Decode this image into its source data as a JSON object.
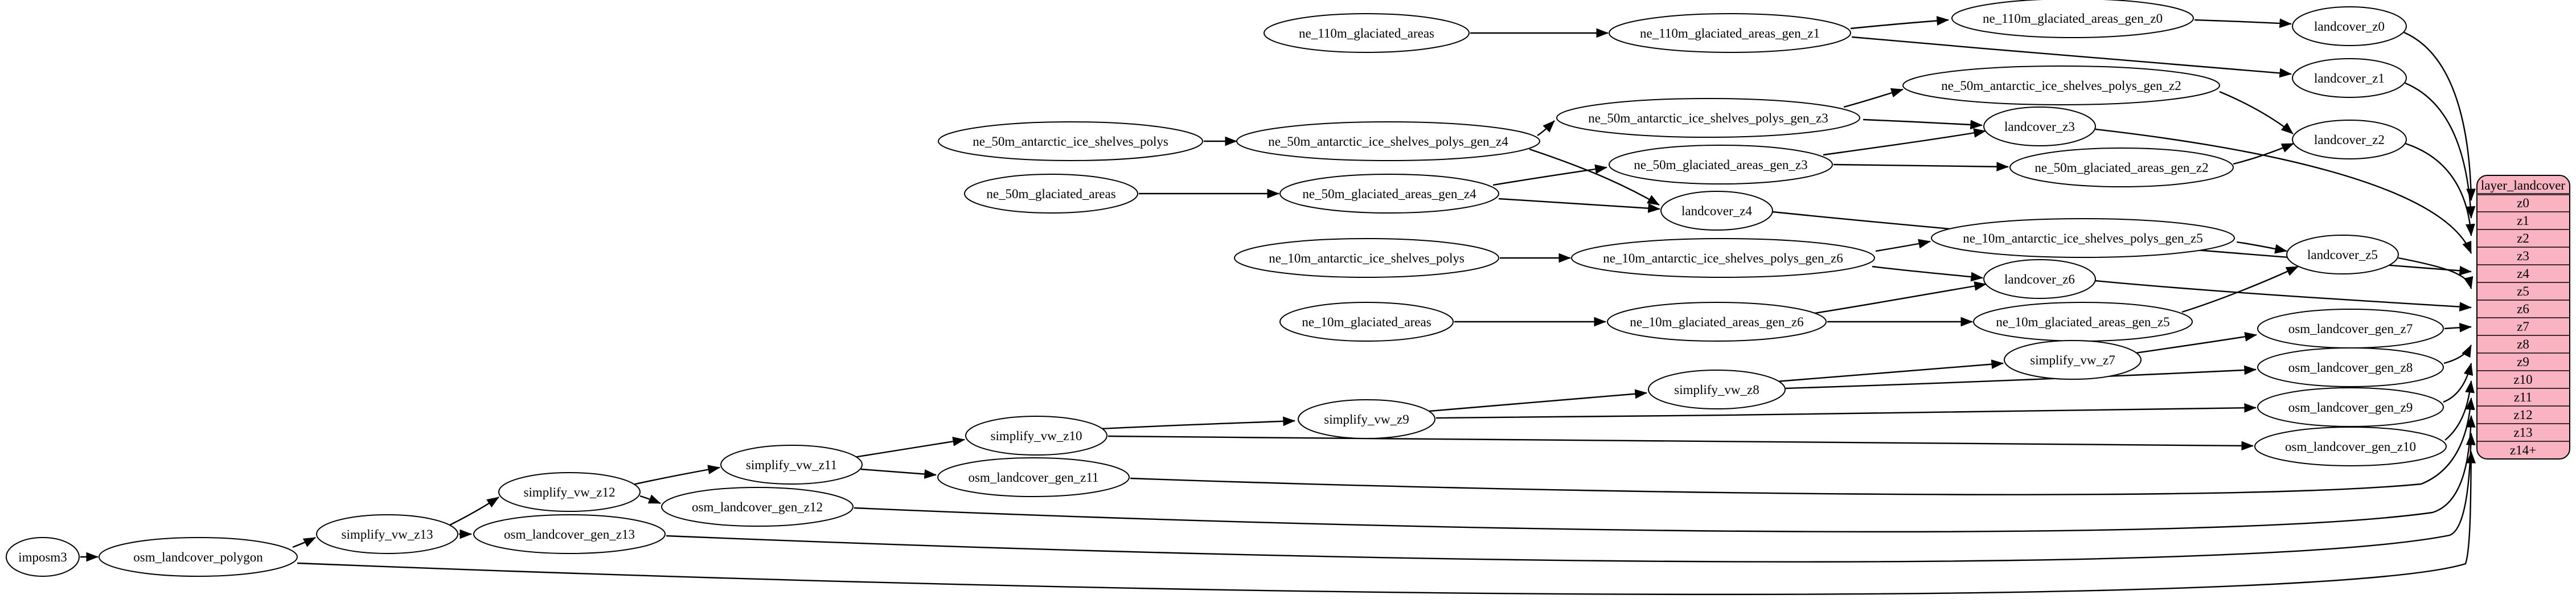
{
  "graph": {
    "table": {
      "title": "layer_landcover",
      "fill": "#f9b3c1",
      "rows": [
        "z0",
        "z1",
        "z2",
        "z3",
        "z4",
        "z5",
        "z6",
        "z7",
        "z8",
        "z9",
        "z10",
        "z11",
        "z12",
        "z13",
        "z14+"
      ]
    },
    "nodes": {
      "ne_110m_glaciated_areas": "ne_110m_glaciated_areas",
      "ne_110m_glaciated_areas_gen_z1": "ne_110m_glaciated_areas_gen_z1",
      "ne_110m_glaciated_areas_gen_z0": "ne_110m_glaciated_areas_gen_z0",
      "landcover_z0": "landcover_z0",
      "landcover_z1": "landcover_z1",
      "ne_50m_antarctic_ice_shelves_polys_gen_z2": "ne_50m_antarctic_ice_shelves_polys_gen_z2",
      "ne_50m_antarctic_ice_shelves_polys": "ne_50m_antarctic_ice_shelves_polys",
      "ne_50m_antarctic_ice_shelves_polys_gen_z4": "ne_50m_antarctic_ice_shelves_polys_gen_z4",
      "ne_50m_antarctic_ice_shelves_polys_gen_z3": "ne_50m_antarctic_ice_shelves_polys_gen_z3",
      "landcover_z3": "landcover_z3",
      "landcover_z2": "landcover_z2",
      "ne_50m_glaciated_areas_gen_z3": "ne_50m_glaciated_areas_gen_z3",
      "ne_50m_glaciated_areas_gen_z2": "ne_50m_glaciated_areas_gen_z2",
      "ne_50m_glaciated_areas": "ne_50m_glaciated_areas",
      "ne_50m_glaciated_areas_gen_z4": "ne_50m_glaciated_areas_gen_z4",
      "landcover_z4": "landcover_z4",
      "ne_10m_antarctic_ice_shelves_polys_gen_z5": "ne_10m_antarctic_ice_shelves_polys_gen_z5",
      "landcover_z5": "landcover_z5",
      "ne_10m_antarctic_ice_shelves_polys": "ne_10m_antarctic_ice_shelves_polys",
      "ne_10m_antarctic_ice_shelves_polys_gen_z6": "ne_10m_antarctic_ice_shelves_polys_gen_z6",
      "landcover_z6": "landcover_z6",
      "ne_10m_glaciated_areas": "ne_10m_glaciated_areas",
      "ne_10m_glaciated_areas_gen_z6": "ne_10m_glaciated_areas_gen_z6",
      "ne_10m_glaciated_areas_gen_z5": "ne_10m_glaciated_areas_gen_z5",
      "osm_landcover_gen_z7": "osm_landcover_gen_z7",
      "simplify_vw_z7": "simplify_vw_z7",
      "osm_landcover_gen_z8": "osm_landcover_gen_z8",
      "simplify_vw_z8": "simplify_vw_z8",
      "osm_landcover_gen_z9": "osm_landcover_gen_z9",
      "simplify_vw_z9": "simplify_vw_z9",
      "simplify_vw_z10": "simplify_vw_z10",
      "osm_landcover_gen_z10": "osm_landcover_gen_z10",
      "simplify_vw_z11": "simplify_vw_z11",
      "osm_landcover_gen_z11": "osm_landcover_gen_z11",
      "simplify_vw_z12": "simplify_vw_z12",
      "osm_landcover_gen_z12": "osm_landcover_gen_z12",
      "simplify_vw_z13": "simplify_vw_z13",
      "osm_landcover_gen_z13": "osm_landcover_gen_z13",
      "imposm3": "imposm3",
      "osm_landcover_polygon": "osm_landcover_polygon"
    },
    "edges": [
      {
        "from": "ne_110m_glaciated_areas",
        "to": "ne_110m_glaciated_areas_gen_z1"
      },
      {
        "from": "ne_110m_glaciated_areas_gen_z1",
        "to": "ne_110m_glaciated_areas_gen_z0"
      },
      {
        "from": "ne_110m_glaciated_areas_gen_z1",
        "to": "landcover_z1"
      },
      {
        "from": "ne_110m_glaciated_areas_gen_z0",
        "to": "landcover_z0"
      },
      {
        "from": "landcover_z0",
        "to": "layer_landcover.z0"
      },
      {
        "from": "landcover_z1",
        "to": "layer_landcover.z1"
      },
      {
        "from": "ne_50m_antarctic_ice_shelves_polys",
        "to": "ne_50m_antarctic_ice_shelves_polys_gen_z4"
      },
      {
        "from": "ne_50m_antarctic_ice_shelves_polys_gen_z4",
        "to": "ne_50m_antarctic_ice_shelves_polys_gen_z3"
      },
      {
        "from": "ne_50m_antarctic_ice_shelves_polys_gen_z4",
        "to": "landcover_z4"
      },
      {
        "from": "ne_50m_antarctic_ice_shelves_polys_gen_z3",
        "to": "ne_50m_antarctic_ice_shelves_polys_gen_z2"
      },
      {
        "from": "ne_50m_antarctic_ice_shelves_polys_gen_z3",
        "to": "landcover_z3"
      },
      {
        "from": "ne_50m_antarctic_ice_shelves_polys_gen_z2",
        "to": "landcover_z2"
      },
      {
        "from": "ne_50m_glaciated_areas",
        "to": "ne_50m_glaciated_areas_gen_z4"
      },
      {
        "from": "ne_50m_glaciated_areas_gen_z4",
        "to": "ne_50m_glaciated_areas_gen_z3"
      },
      {
        "from": "ne_50m_glaciated_areas_gen_z4",
        "to": "landcover_z4"
      },
      {
        "from": "ne_50m_glaciated_areas_gen_z3",
        "to": "ne_50m_glaciated_areas_gen_z2"
      },
      {
        "from": "ne_50m_glaciated_areas_gen_z3",
        "to": "landcover_z3"
      },
      {
        "from": "ne_50m_glaciated_areas_gen_z2",
        "to": "landcover_z2"
      },
      {
        "from": "landcover_z2",
        "to": "layer_landcover.z2"
      },
      {
        "from": "landcover_z3",
        "to": "layer_landcover.z3"
      },
      {
        "from": "landcover_z4",
        "to": "layer_landcover.z4"
      },
      {
        "from": "ne_10m_antarctic_ice_shelves_polys",
        "to": "ne_10m_antarctic_ice_shelves_polys_gen_z6"
      },
      {
        "from": "ne_10m_antarctic_ice_shelves_polys_gen_z6",
        "to": "ne_10m_antarctic_ice_shelves_polys_gen_z5"
      },
      {
        "from": "ne_10m_antarctic_ice_shelves_polys_gen_z6",
        "to": "landcover_z6"
      },
      {
        "from": "ne_10m_antarctic_ice_shelves_polys_gen_z5",
        "to": "landcover_z5"
      },
      {
        "from": "ne_10m_glaciated_areas",
        "to": "ne_10m_glaciated_areas_gen_z6"
      },
      {
        "from": "ne_10m_glaciated_areas_gen_z6",
        "to": "ne_10m_glaciated_areas_gen_z5"
      },
      {
        "from": "ne_10m_glaciated_areas_gen_z6",
        "to": "landcover_z6"
      },
      {
        "from": "ne_10m_glaciated_areas_gen_z5",
        "to": "landcover_z5"
      },
      {
        "from": "landcover_z5",
        "to": "layer_landcover.z5"
      },
      {
        "from": "landcover_z6",
        "to": "layer_landcover.z6"
      },
      {
        "from": "simplify_vw_z7",
        "to": "osm_landcover_gen_z7"
      },
      {
        "from": "osm_landcover_gen_z7",
        "to": "layer_landcover.z7"
      },
      {
        "from": "simplify_vw_z8",
        "to": "simplify_vw_z7"
      },
      {
        "from": "simplify_vw_z8",
        "to": "osm_landcover_gen_z8"
      },
      {
        "from": "osm_landcover_gen_z8",
        "to": "layer_landcover.z8"
      },
      {
        "from": "simplify_vw_z9",
        "to": "simplify_vw_z8"
      },
      {
        "from": "simplify_vw_z9",
        "to": "osm_landcover_gen_z9"
      },
      {
        "from": "osm_landcover_gen_z9",
        "to": "layer_landcover.z9"
      },
      {
        "from": "simplify_vw_z10",
        "to": "simplify_vw_z9"
      },
      {
        "from": "simplify_vw_z10",
        "to": "osm_landcover_gen_z10"
      },
      {
        "from": "osm_landcover_gen_z10",
        "to": "layer_landcover.z10"
      },
      {
        "from": "simplify_vw_z11",
        "to": "simplify_vw_z10"
      },
      {
        "from": "simplify_vw_z11",
        "to": "osm_landcover_gen_z11"
      },
      {
        "from": "osm_landcover_gen_z11",
        "to": "layer_landcover.z11"
      },
      {
        "from": "simplify_vw_z12",
        "to": "simplify_vw_z11"
      },
      {
        "from": "simplify_vw_z12",
        "to": "osm_landcover_gen_z12"
      },
      {
        "from": "osm_landcover_gen_z12",
        "to": "layer_landcover.z12"
      },
      {
        "from": "simplify_vw_z13",
        "to": "simplify_vw_z12"
      },
      {
        "from": "simplify_vw_z13",
        "to": "osm_landcover_gen_z13"
      },
      {
        "from": "osm_landcover_gen_z13",
        "to": "layer_landcover.z13"
      },
      {
        "from": "imposm3",
        "to": "osm_landcover_polygon"
      },
      {
        "from": "osm_landcover_polygon",
        "to": "simplify_vw_z13"
      },
      {
        "from": "osm_landcover_polygon",
        "to": "layer_landcover.z14+"
      }
    ]
  }
}
